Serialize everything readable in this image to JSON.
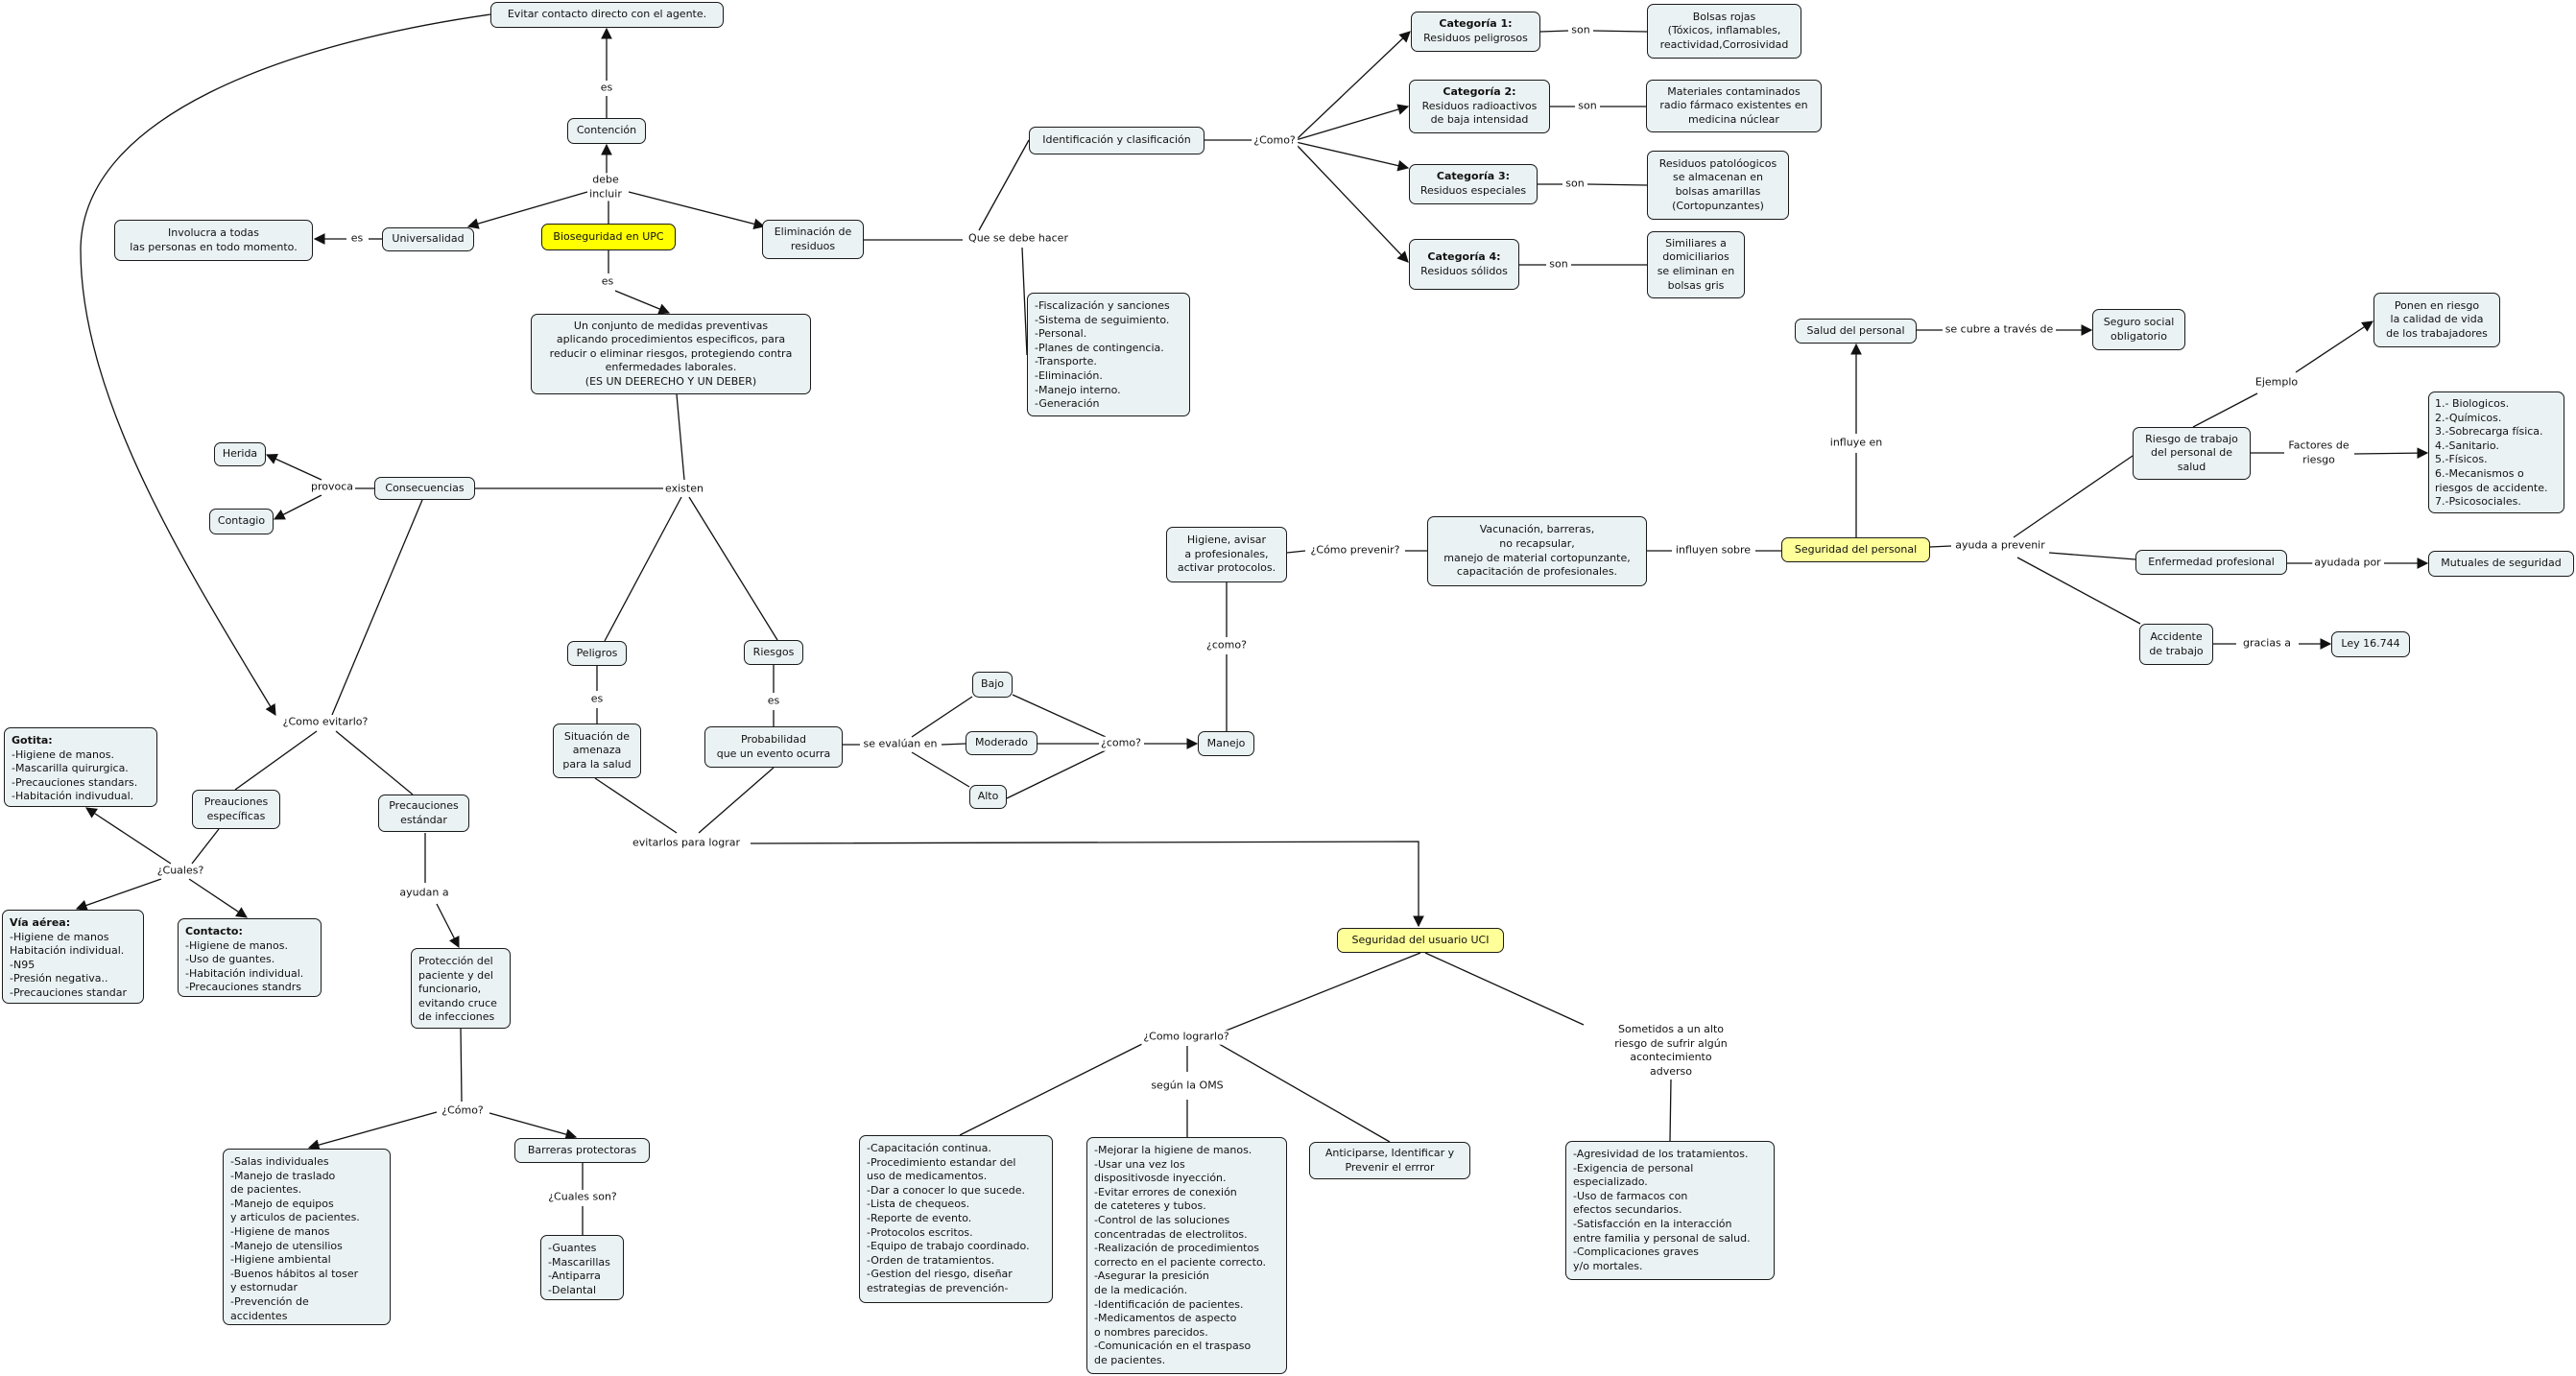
{
  "c": {
    "evitar": "Evitar contacto directo con el agente.",
    "contencion": "Contención",
    "bio": "Bioseguridad en UPC",
    "universalidad": "Universalidad",
    "involucra": "Involucra a todas\nlas personas en todo momento.",
    "eliminacion": "Eliminación de\nresiduos",
    "conjunto": "Un conjunto de medidas preventivas\naplicando procedimientos especificos, para\nreducir o eliminar riesgos, protegiendo contra\nenfermedades laborales.\n(ES UN DEERECHO Y UN DEBER)",
    "identificacion": "Identificación y clasificación",
    "cat1": {
      "title": "Categoría 1:",
      "body": "Residuos peligrosos"
    },
    "cat2": {
      "title": "Categoría 2:",
      "body": "Residuos radioactivos\nde baja intensidad"
    },
    "cat3": {
      "title": "Categoría 3:",
      "body": "Residuos especiales"
    },
    "cat4": {
      "title": "Categoría 4:",
      "body": "Residuos sólidos"
    },
    "bolsas": "Bolsas rojas\n(Tóxicos, inflamables,\nreactividad,Corrosividad",
    "materiales": "Materiales contaminados\nradio fármaco existentes en\nmedicina núclear",
    "patologicos": "Residuos patolóogicos\nse almacenan en\nbolsas amarillas\n(Cortopunzantes)",
    "similiares": "Similiares a\ndomiciliarios\nse eliminan en\nbolsas gris",
    "fiscalizacion": "-Fiscalización y sanciones\n-Sistema de seguimiento.\n-Personal.\n-Planes de contingencia.\n-Transporte.\n-Eliminación.\n-Manejo interno.\n-Generación",
    "salud": "Salud del personal",
    "seguro": "Seguro social\nobligatorio",
    "ponen": "Ponen en riesgo\nla calidad de vida\nde los trabajadores",
    "factores": "1.- Biologicos.\n2.-Químicos.\n3.-Sobrecarga física.\n4.-Sanitario.\n5.-Físicos.\n6.-Mecanismos o\nriesgos de accidente.\n7.-Psicosociales.",
    "riesgo": "Riesgo de trabajo\ndel personal de\nsalud",
    "seg_personal": "Seguridad del personal",
    "enfermedad": "Enfermedad profesional",
    "mutuales": "Mutuales de seguridad",
    "accidente": "Accidente\nde trabajo",
    "ley": "Ley 16.744",
    "higiene": "Higiene, avisar\na profesionales,\nactivar protocolos.",
    "vacunacion": "Vacunación, barreras,\nno recapsular,\nmanejo de material cortopunzante,\ncapacitación de profesionales.",
    "manejo": "Manejo",
    "bajo": "Bajo",
    "moderado": "Moderado",
    "alto": "Alto",
    "consecuencias": "Consecuencias",
    "herida": "Herida",
    "contagio": "Contagio",
    "peligros": "Peligros",
    "riesgos": "Riesgos",
    "situacion": "Situación de\namenaza\npara la salud",
    "probabilidad": "Probabilidad\nque un evento ocurra",
    "gotita": {
      "title": "Gotita:",
      "body": "-Higiene de manos.\n-Mascarilla quirurgica.\n-Precauciones standars.\n-Habitación indivudual."
    },
    "preauciones": "Preauciones\nespecíficas",
    "prec_estandar": "Precauciones\nestándar",
    "via_aerea": {
      "title": "Vía aérea:",
      "body": "-Higiene de manos\nHabitación individual.\n-N95\n-Presión negativa..\n-Precauciones standar"
    },
    "contacto": {
      "title": "Contacto:",
      "body": "-Higiene de manos.\n-Uso de guantes.\n-Habitación individual.\n-Precauciones standrs"
    },
    "proteccion": "Protección del\npaciente y del\nfuncionario,\nevitando cruce\nde infecciones",
    "salas": "-Salas individuales\n-Manejo de traslado\nde pacientes.\n-Manejo de equipos\n y articulos de pacientes.\n-Higiene de manos\n-Manejo de utensilios\n-Higiene ambiental\n-Buenos hábitos al toser\ny estornudar\n-Prevención de\naccidentes",
    "barreras": "Barreras protectoras",
    "guantes": "-Guantes\n-Mascarillas\n-Antiparra\n-Delantal",
    "uci": "Seguridad del usuario UCI",
    "capacitacion": "-Capacitación continua.\n-Procedimiento estandar del\nuso de medicamentos.\n-Dar a conocer lo que sucede.\n-Lista de chequeos.\n-Reporte de evento.\n-Protocolos escritos.\n-Equipo de trabajo coordinado.\n-Orden de tratamientos.\n-Gestion del riesgo, diseñar\nestrategias de prevención-",
    "mejorar": "-Mejorar la higiene de manos.\n-Usar una vez los\ndispositivosde inyección.\n-Evitar errores de conexión\nde cateteres y tubos.\n-Control de las soluciones\nconcentradas de electrolitos.\n-Realización de procedimientos\ncorrecto en el paciente correcto.\n-Asegurar la presición\nde la medicación.\n-Identificación de pacientes.\n-Medicamentos de aspecto\no nombres parecidos.\n-Comunicación en el traspaso\nde pacientes.",
    "anticiparse": "Anticiparse, Identificar y\nPrevenir el errror",
    "agresividad": "-Agresividad de los tratamientos.\n-Exigencia de personal\nespecializado.\n-Uso de farmacos con\nefectos secundarios.\n-Satisfacción en la interacción\nentre familia y personal de salud.\n-Complicaciones graves\ny/o mortales."
  },
  "l": {
    "es_contencion": "es",
    "debe_incluir": "debe\nincluir",
    "es_univ": "es",
    "es_bio": "es",
    "que_se_debe": "Que se debe hacer",
    "como_ident": "¿Como?",
    "son1": "son",
    "son2": "son",
    "son3": "son",
    "son4": "son",
    "se_cubre": "se cubre a través de",
    "ejemplo": "Ejemplo",
    "factores_riesgo": "Factores de\nriesgo",
    "influye": "influye en",
    "ayuda": "ayuda a prevenir",
    "ayudada": "ayudada por",
    "gracias": "gracias a",
    "como_prevenir": "¿Cómo prevenir?",
    "influyen_sobre": "influyen sobre",
    "como_manejo": "¿como?",
    "se_evaluan": "se evalúan en",
    "como_eval": "¿como?",
    "provoca": "provoca",
    "existen": "existen",
    "es_pel": "es",
    "es_rie": "es",
    "evitarlos": "evitarlos para lograr",
    "como_evitarlo": "¿Como evitarlo?",
    "cuales": "¿Cuales?",
    "ayudan": "ayudan a",
    "como_prot": "¿Cómo?",
    "cuales_son": "¿Cuales son?",
    "como_lograrlo": "¿Como lograrlo?",
    "segun": "según la OMS",
    "sometidos": "Sometidos a un alto\nriesgo de sufrir algún\nacontecimiento\nadverso"
  }
}
